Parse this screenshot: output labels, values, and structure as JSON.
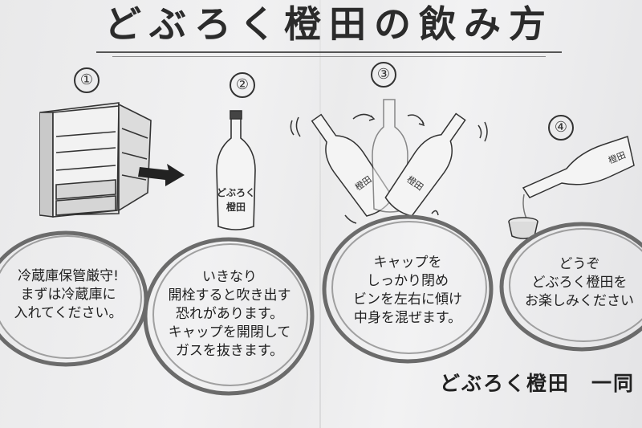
{
  "title": "どぶろく橙田の飲み方",
  "steps": [
    {
      "number": "①",
      "lines": [
        "冷蔵庫保管厳守!",
        "まずは冷蔵庫に",
        "入れてください。"
      ]
    },
    {
      "number": "②",
      "lines": [
        "いきなり",
        "開栓すると吹き出す",
        "恐れがあります。",
        "キャップを開閉して",
        "ガスを抜きます。"
      ]
    },
    {
      "number": "③",
      "lines": [
        "キャップを",
        "しっかり閉め",
        "ビンを左右に傾け",
        "中身を混ぜます。"
      ]
    },
    {
      "number": "④",
      "lines": [
        "どうぞ",
        "どぶろく橙田を",
        "お楽しみください"
      ]
    }
  ],
  "bottle_label": "どぶろく橙田",
  "signature": "どぶろく橙田　一同",
  "colors": {
    "paper": "#efeff0",
    "ink": "#2b2b2b",
    "ring": "#6b6b6b"
  },
  "icons": [
    "refrigerator-illustration",
    "arrow-right-icon",
    "bottle-illustration",
    "tilting-bottles-illustration",
    "pouring-bottle-illustration",
    "sake-cup-illustration"
  ]
}
